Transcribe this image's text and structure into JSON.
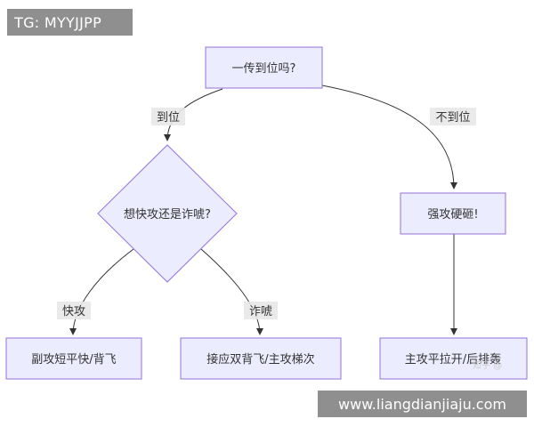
{
  "banner": {
    "tg": "TG: MYYJJPP"
  },
  "watermark": {
    "site": "www.liangdianjiaju.com",
    "faint": "知乎 @"
  },
  "diagram": {
    "nodes": {
      "start": "一传到位吗?",
      "decision": "想快攻还是诈唬?",
      "hard": "强攻硬砸!",
      "fast": "副攻短平快/背飞",
      "bluff": "接应双背飞/主攻梯次",
      "main": "主攻平拉开/后排轰"
    },
    "edges": {
      "yes": "到位",
      "no": "不到位",
      "fast": "快攻",
      "bluff": "诈唬"
    }
  }
}
